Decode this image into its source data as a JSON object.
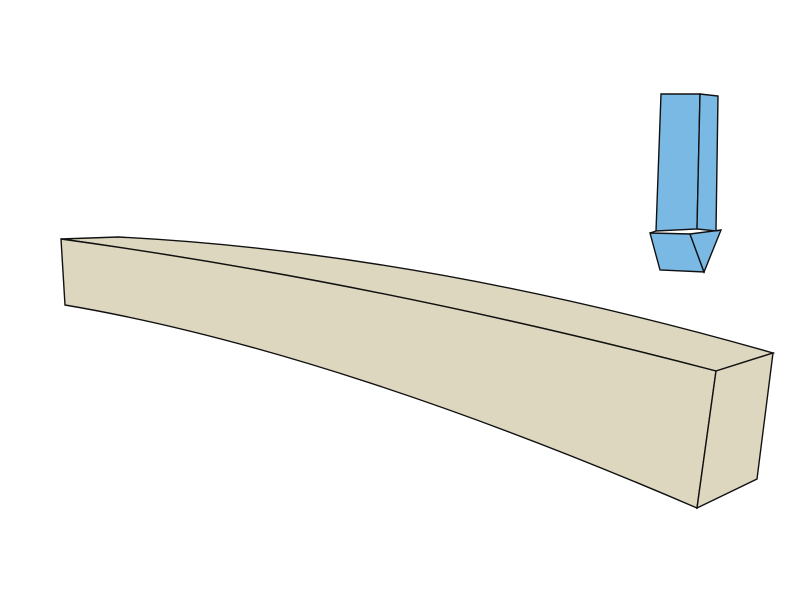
{
  "diagram": {
    "colors": {
      "background": "#ffffff",
      "beam_face": "#ddd7bf",
      "beam_end": "#ddd7bf",
      "stroke": "#111111",
      "punch": "#79b9e4",
      "punch_stroke": "#111111"
    },
    "elements": [
      {
        "name": "curved-beam",
        "kind": "shape"
      },
      {
        "name": "punch-tool",
        "kind": "shape"
      }
    ]
  }
}
